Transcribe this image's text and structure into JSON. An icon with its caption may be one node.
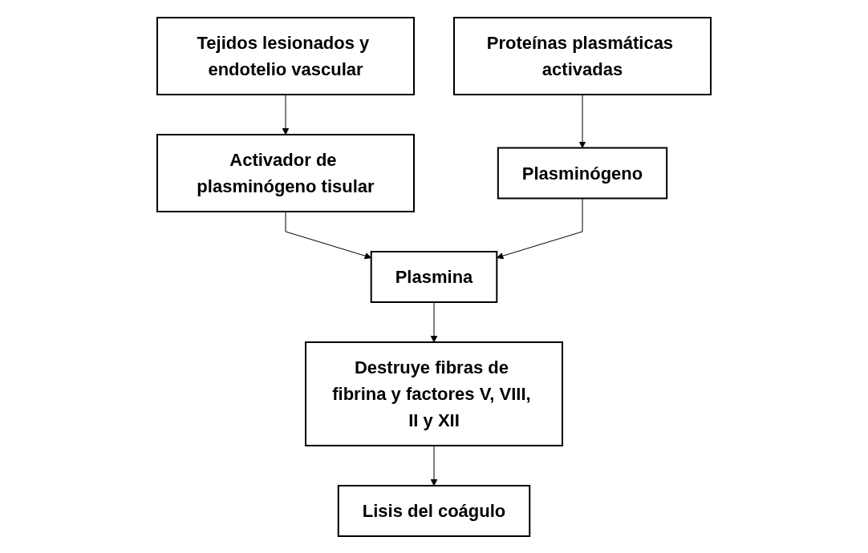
{
  "diagram": {
    "nodes": [
      {
        "text": [
          "Activador de plasminógeno tisular"
        ]
      },
      {
        "text": [
          "Tejidos lesionados y endotelio vascular"
        ]
      },
      {
        "text": [
          "Plasminógeno"
        ]
      },
      {
        "text": [
          "Plasmina"
        ]
      },
      {
        "text": [
          "Proteínas plasmáticas activadas"
        ]
      },
      {
        "text": [
          "Destruye fibras de fibrina y factores V, VIII, II y XII"
        ]
      },
      {
        "text": [
          "Lisis del coágulo"
        ]
      }
    ],
    "edges": [
      {
        "from": 1,
        "to": 0,
        "arrow": "to"
      },
      {
        "from": 0,
        "to": 3,
        "arrow": "to"
      },
      {
        "from": 2,
        "to": 3,
        "arrow": "to"
      },
      {
        "from": 4,
        "to": 2,
        "arrow": "to"
      },
      {
        "from": 3,
        "to": 5,
        "arrow": "to"
      },
      {
        "from": 5,
        "to": 6,
        "arrow": "to"
      }
    ]
  }
}
